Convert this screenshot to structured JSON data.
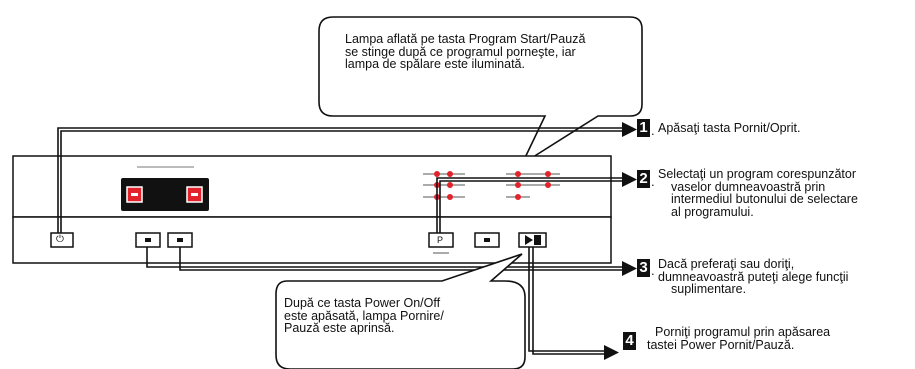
{
  "callouts": {
    "top_bubble": [
      "Lampa aflată pe tasta Program Start/Pauză",
      "se stinge după ce programul porneşte, iar",
      "lampa de spălare este iluminată."
    ],
    "bottom_bubble": [
      "După ce tasta Power On/Off",
      "este apăsată, lampa Pornire/",
      "Pauză este aprinsă."
    ]
  },
  "steps": [
    {
      "number": "1",
      "suffix": ".",
      "lines": [
        "Apăsaţi tasta Pornit/Oprit."
      ]
    },
    {
      "number": "2",
      "suffix": ".",
      "lines": [
        "Selectaţi un program corespunzător",
        "vaselor dumneavoastră prin",
        "intermediul butonului de selectare",
        "al programului."
      ]
    },
    {
      "number": "3",
      "suffix": ".",
      "lines": [
        "Dacă preferaţi sau doriţi,",
        "dumneavoastră puteţi alege funcţii",
        "suplimentare."
      ]
    },
    {
      "number": "4",
      "suffix": "",
      "lines": [
        "Porniţi programul prin apăsarea",
        "tastei Power Pornit/Pauză."
      ]
    }
  ],
  "panel": {
    "power_key_symbol": "⏻",
    "program_key_label": "P",
    "start_key_symbol": "▶▮"
  },
  "colors": {
    "indicator_lamp": "#e2232b",
    "outline": "#111111"
  }
}
